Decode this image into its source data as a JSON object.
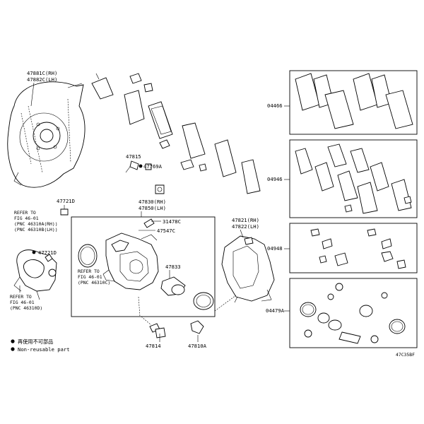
{
  "labels": {
    "dust_cover_rh": "47881C(RH)",
    "dust_cover_lh": "47882C(LH)",
    "bolt_47721d_top": "47721D",
    "bolt_47721d_mid": "47721D",
    "ref_left_1": "REFER TO",
    "ref_left_2": "FIG 46-01",
    "ref_left_3": "(PNC 46310A(RH))",
    "ref_left_4": "(PNC 46310B(LH))",
    "ref_bottom_1": "REFER TO",
    "ref_bottom_2": "FIG 46-01",
    "ref_bottom_3": "(PNC 46310D)",
    "ref_center_1": "REFER TO",
    "ref_center_2": "FIG 46-01",
    "ref_center_3": "(PNC 46310C)",
    "p47815": "47815",
    "p47769a": "47769A",
    "p47830": "47830(RH)",
    "p47850": "47850(LH)",
    "p31478c": "31478C",
    "p47547c": "47547C",
    "p47833": "47833",
    "p47814": "47814",
    "p47810a": "47810A",
    "p47821": "47821(RH)",
    "p47822": "47822(LH)",
    "p04466": "04466",
    "p04946": "04946",
    "p04948": "04948",
    "p04479a": "04479A",
    "legend_1": "再使用不可部品",
    "legend_2": "Non-reusable part",
    "diagram_code": "47C35BF"
  }
}
